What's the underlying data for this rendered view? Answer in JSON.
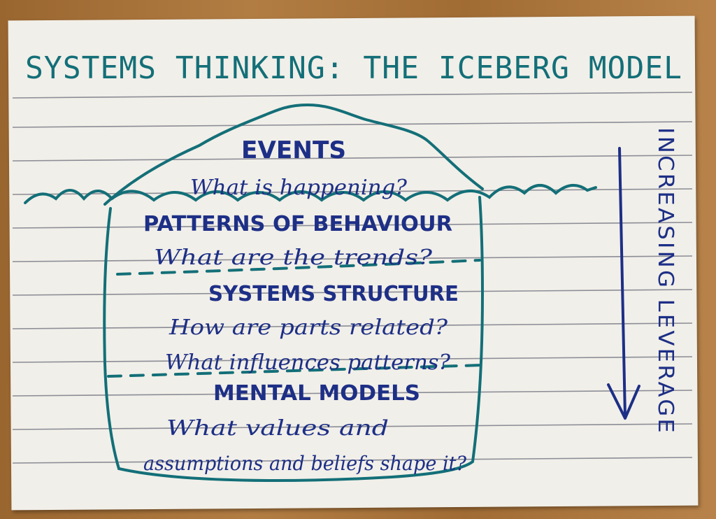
{
  "title": "SYSTEMS THINKING: THE ICEBERG MODEL",
  "levels": [
    {
      "heading": "EVENTS",
      "questions": [
        "What is happening?"
      ]
    },
    {
      "heading": "PATTERNS OF BEHAVIOUR",
      "questions": [
        "What are the trends?"
      ]
    },
    {
      "heading": "SYSTEMS STRUCTURE",
      "questions": [
        "How are parts related?",
        "What influences patterns?"
      ]
    },
    {
      "heading": "MENTAL MODELS",
      "questions": [
        "What values and",
        "assumptions and beliefs shape it?"
      ]
    }
  ],
  "side_label": "INCREASING LEVERAGE",
  "colors": {
    "teal_ink": "#136f78",
    "blue_ink": "#1d2f86",
    "card": "#f1efe9",
    "rule_line": "#8b8d96",
    "wood": "#a8743a"
  }
}
